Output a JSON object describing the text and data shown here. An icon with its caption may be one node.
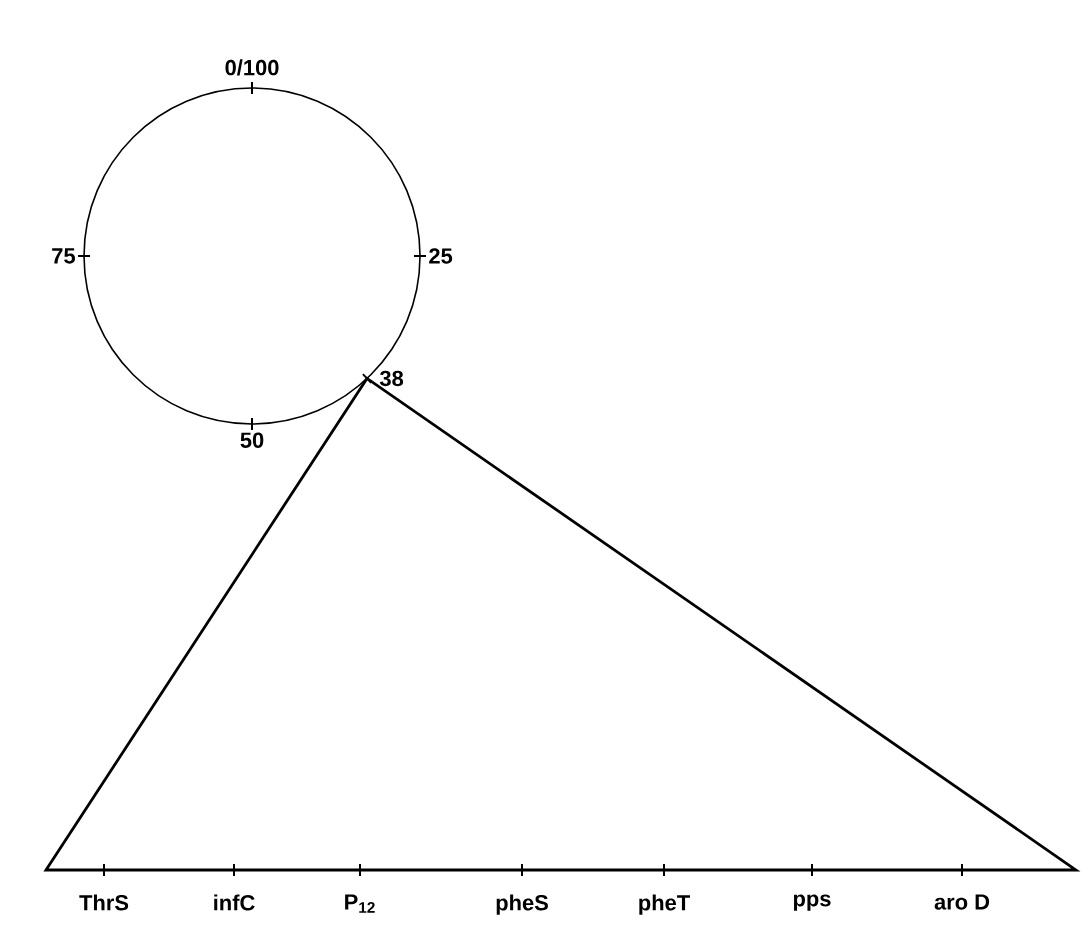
{
  "diagram": {
    "labels": [
      "0/100",
      "75",
      "25",
      "38",
      "50",
      "ThrS",
      "infC",
      "P$_{12}$",
      "pheS",
      "pheT",
      "pps",
      "aro D"
    ]
  }
}
